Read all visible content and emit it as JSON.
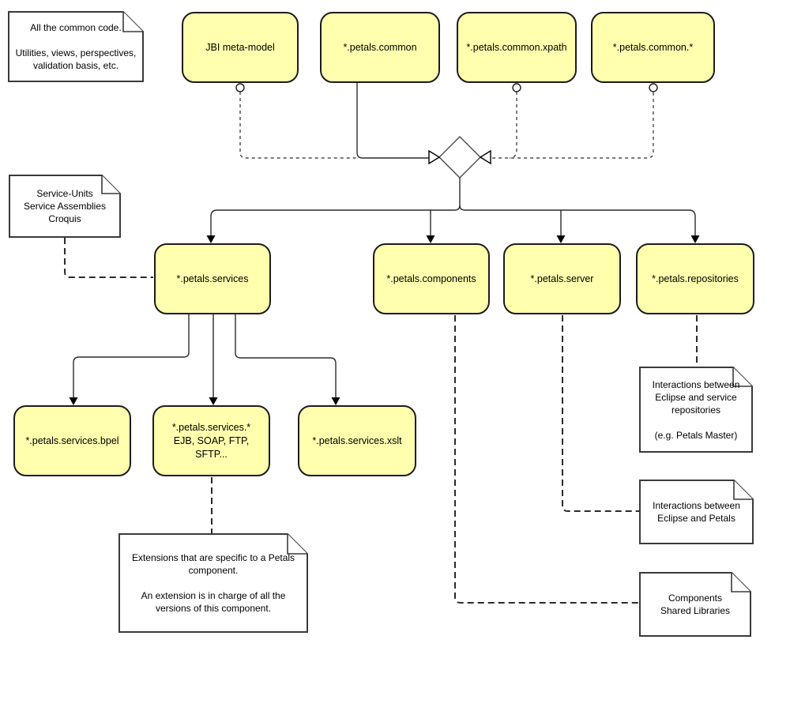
{
  "diagram": {
    "background_color": "#ffffff",
    "package_fill_color": "#ffffae",
    "package_border_color": "#1c1c1c",
    "connector_color": "#2b2b2b"
  },
  "packages": {
    "jbi_meta_model": {
      "label": "JBI meta-model"
    },
    "petals_common": {
      "label": "*.petals.common"
    },
    "petals_common_xpath": {
      "label": "*.petals.common.xpath"
    },
    "petals_common_star": {
      "label": "*.petals.common.*"
    },
    "petals_services": {
      "label": "*.petals.services"
    },
    "petals_components": {
      "label": "*.petals.components"
    },
    "petals_server": {
      "label": "*.petals.server"
    },
    "petals_repositories": {
      "label": "*.petals.repositories"
    },
    "petals_services_bpel": {
      "label": "*.petals.services.bpel"
    },
    "petals_services_star": {
      "label": "*.petals.services.*\nEJB, SOAP, FTP, SFTP..."
    },
    "petals_services_xslt": {
      "label": "*.petals.services.xslt"
    }
  },
  "notes": {
    "all_common_code": {
      "text": "All the common code.\n\nUtilities, views, perspectives,\nvalidation basis, etc."
    },
    "service_units": {
      "text": "Service-Units\nService Assemblies\nCroquis"
    },
    "extensions": {
      "text": "Extensions that are specific to a Petals\ncomponent.\n\nAn extension is in charge of all the\nversions of this component."
    },
    "interactions_repositories": {
      "text": "Interactions between\nEclipse and service\nrepositories\n\n(e.g. Petals Master)"
    },
    "interactions_petals": {
      "text": "Interactions between\nEclipse and Petals"
    },
    "components_shared_libraries": {
      "text": "Components\nShared Libraries"
    }
  }
}
